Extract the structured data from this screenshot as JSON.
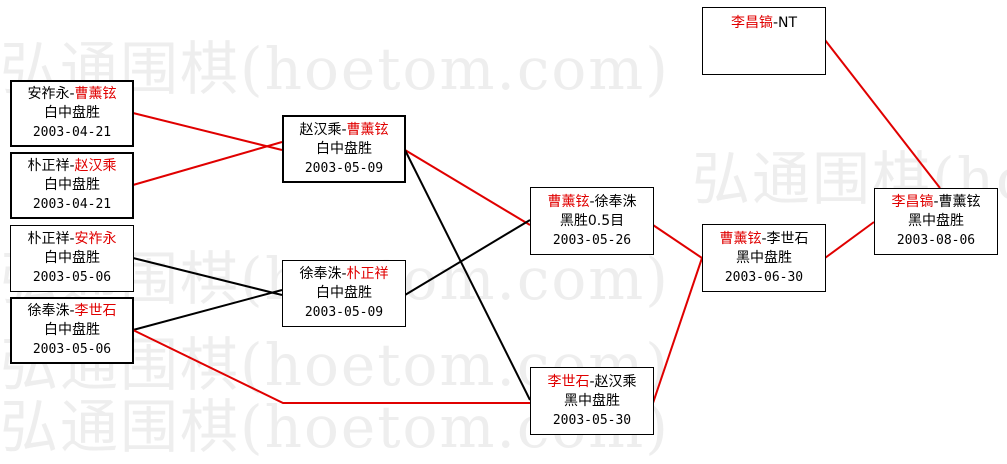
{
  "watermark_text": "弘通围棋(hoetom.com)",
  "colors": {
    "winner": "#e00000",
    "edge_red": "#e00000",
    "edge_black": "#000000"
  },
  "nodes": [
    {
      "id": "n1",
      "first": "安祚永",
      "sep": "-",
      "second": "曹薰铉",
      "red": "second",
      "result": "白中盘胜",
      "date": "2003-04-21"
    },
    {
      "id": "n2",
      "first": "朴正祥",
      "sep": "-",
      "second": "赵汉乘",
      "red": "second",
      "result": "白中盘胜",
      "date": "2003-04-21"
    },
    {
      "id": "n3",
      "first": "朴正祥",
      "sep": "-",
      "second": "安祚永",
      "red": "second",
      "result": "白中盘胜",
      "date": "2003-05-06"
    },
    {
      "id": "n4",
      "first": "徐奉洙",
      "sep": "-",
      "second": "李世石",
      "red": "second",
      "result": "白中盘胜",
      "date": "2003-05-06"
    },
    {
      "id": "n5",
      "first": "赵汉乘",
      "sep": "-",
      "second": "曹薰铉",
      "red": "second",
      "result": "白中盘胜",
      "date": "2003-05-09"
    },
    {
      "id": "n6",
      "first": "徐奉洙",
      "sep": "-",
      "second": "朴正祥",
      "red": "second",
      "result": "白中盘胜",
      "date": "2003-05-09"
    },
    {
      "id": "n7",
      "first": "曹薰铉",
      "sep": "-",
      "second": "徐奉洙",
      "red": "first",
      "result": "黑胜0.5目",
      "date": "2003-05-26"
    },
    {
      "id": "n8",
      "first": "李世石",
      "sep": "-",
      "second": "赵汉乘",
      "red": "first",
      "result": "黑中盘胜",
      "date": "2003-05-30"
    },
    {
      "id": "n9",
      "first": "曹薰铉",
      "sep": "-",
      "second": "李世石",
      "red": "first",
      "result": "黑中盘胜",
      "date": "2003-06-30"
    },
    {
      "id": "n10",
      "first": "李昌镐",
      "sep": "-",
      "second": "曹薰铉",
      "red": "first",
      "result": "黑中盘胜",
      "date": "2003-08-06"
    },
    {
      "id": "n11",
      "first": "李昌镐",
      "sep": "-",
      "second": "NT",
      "red": "first",
      "result": "",
      "date": ""
    }
  ]
}
